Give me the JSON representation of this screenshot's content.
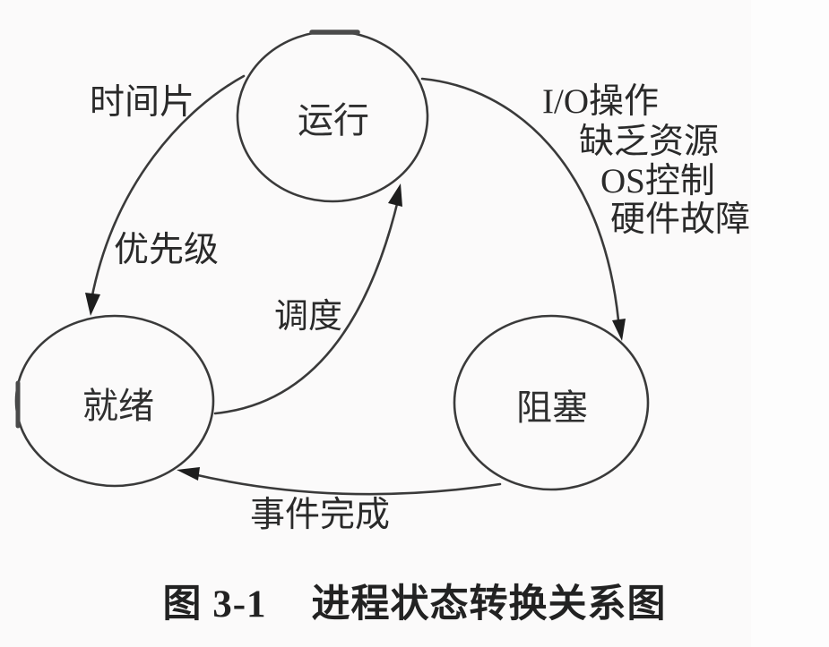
{
  "figure": {
    "type": "state-transition-diagram",
    "caption": {
      "label": "图 3-1",
      "title": "进程状态转换关系图"
    },
    "nodes": [
      {
        "id": "running",
        "label": "运行"
      },
      {
        "id": "ready",
        "label": "就绪"
      },
      {
        "id": "blocked",
        "label": "阻塞"
      }
    ],
    "transitions": [
      {
        "id": "time-slice",
        "label": "时间片",
        "from": "运行",
        "to": "就绪"
      },
      {
        "id": "priority",
        "label": "优先级",
        "from": "运行",
        "to": "就绪"
      },
      {
        "id": "dispatch",
        "label": "调度",
        "from": "就绪",
        "to": "运行"
      },
      {
        "id": "block-reasons",
        "from": "运行",
        "to": "阻塞",
        "labels": [
          "I/O操作",
          "缺乏资源",
          "OS控制",
          "硬件故障"
        ]
      },
      {
        "id": "event-complete",
        "label": "事件完成",
        "from": "阻塞",
        "to": "就绪"
      }
    ],
    "colors": {
      "ink": "#3a3a3a",
      "text": "#262626",
      "background": "#fbfafa"
    }
  }
}
